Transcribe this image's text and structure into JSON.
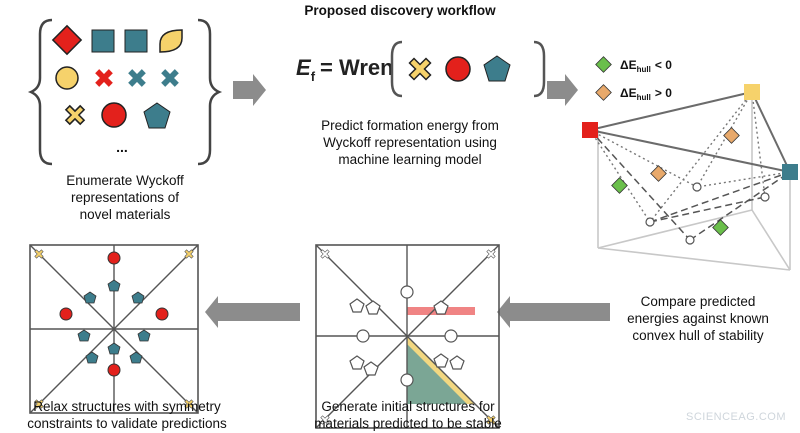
{
  "title": "Proposed discovery workflow",
  "step1": {
    "lines": [
      "Enumerate Wyckoff",
      "representations of",
      "novel materials"
    ],
    "ellipsis": "..."
  },
  "step2": {
    "lines": [
      "Predict formation energy from",
      "Wyckoff representation using",
      "machine learning model"
    ],
    "eq_var": "E",
    "eq_sub": "f",
    "eq_rhs": "= Wren"
  },
  "step3": {
    "lines": [
      "Compare predicted",
      "energies against known",
      "convex hull of stability"
    ],
    "legend": [
      {
        "label_pre": "ΔE",
        "sub": "hull",
        "cmp": "< 0",
        "color": "#6abf4b"
      },
      {
        "label_pre": "ΔE",
        "sub": "hull",
        "cmp": "> 0",
        "color": "#e8a96b"
      }
    ]
  },
  "step4": {
    "lines": [
      "Generate initial structures for",
      "materials predicted to be stable"
    ]
  },
  "step5": {
    "lines": [
      "Relax structures with symmetry",
      "constraints to validate predictions"
    ]
  },
  "watermark": "SCIENCEAG.COM",
  "colors": {
    "red": "#e3211c",
    "teal": "#3d7d8c",
    "yellow": "#f6d26b",
    "green": "#6abf4b",
    "orange": "#e8a96b",
    "arrow": "#8c8c8c"
  },
  "icons": [
    "diamond-icon",
    "square-icon",
    "leaf-icon",
    "circle-icon",
    "cross-icon",
    "pentagon-icon",
    "arrow-right-icon",
    "arrow-left-icon",
    "convex-hull-icon",
    "wyckoff-grid-icon"
  ]
}
